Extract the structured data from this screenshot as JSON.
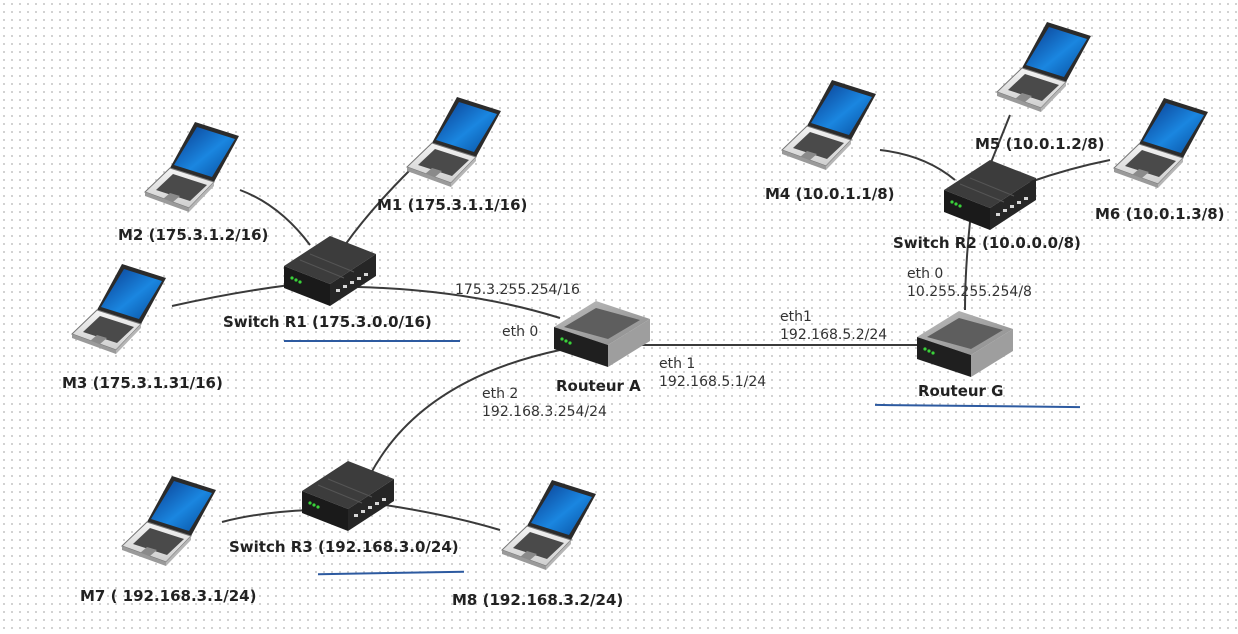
{
  "machines": [
    {
      "id": "M1",
      "label": "M1 (175.3.1.1/16)"
    },
    {
      "id": "M2",
      "label": "M2 (175.3.1.2/16)"
    },
    {
      "id": "M3",
      "label": "M3 (175.3.1.31/16)"
    },
    {
      "id": "M4",
      "label": "M4 (10.0.1.1/8)"
    },
    {
      "id": "M5",
      "label": "M5 (10.0.1.2/8)"
    },
    {
      "id": "M6",
      "label": "M6 (10.0.1.3/8)"
    },
    {
      "id": "M7",
      "label": "M7 ( 192.168.3.1/24)"
    },
    {
      "id": "M8",
      "label": "M8 (192.168.3.2/24)"
    }
  ],
  "switches": [
    {
      "id": "R1",
      "label": "Switch R1 (175.3.0.0/16)"
    },
    {
      "id": "R2",
      "label": "Switch R2 (10.0.0.0/8)"
    },
    {
      "id": "R3",
      "label": "Switch R3 (192.168.3.0/24)"
    }
  ],
  "routers": [
    {
      "id": "A",
      "label": "Routeur A"
    },
    {
      "id": "G",
      "label": "Routeur G"
    }
  ],
  "interfaces": {
    "a_eth0": {
      "name": "eth 0",
      "ip": "175.3.255.254/16"
    },
    "a_eth1": {
      "name": "eth 1",
      "ip": "192.168.5.1/24"
    },
    "a_eth2": {
      "name": "eth 2",
      "ip": "192.168.3.254/24"
    },
    "g_eth1": {
      "name": "eth1",
      "ip": "192.168.5.2/24"
    },
    "g_eth0": {
      "name": "eth 0",
      "ip": "10.255.255.254/8"
    }
  },
  "colors": {
    "cable": "#3a3a3a",
    "underline": "#2d5aa0",
    "laptop_screen": "#1a7fd6",
    "switch_body": "#1d1d1d",
    "router_body": "#707070"
  }
}
